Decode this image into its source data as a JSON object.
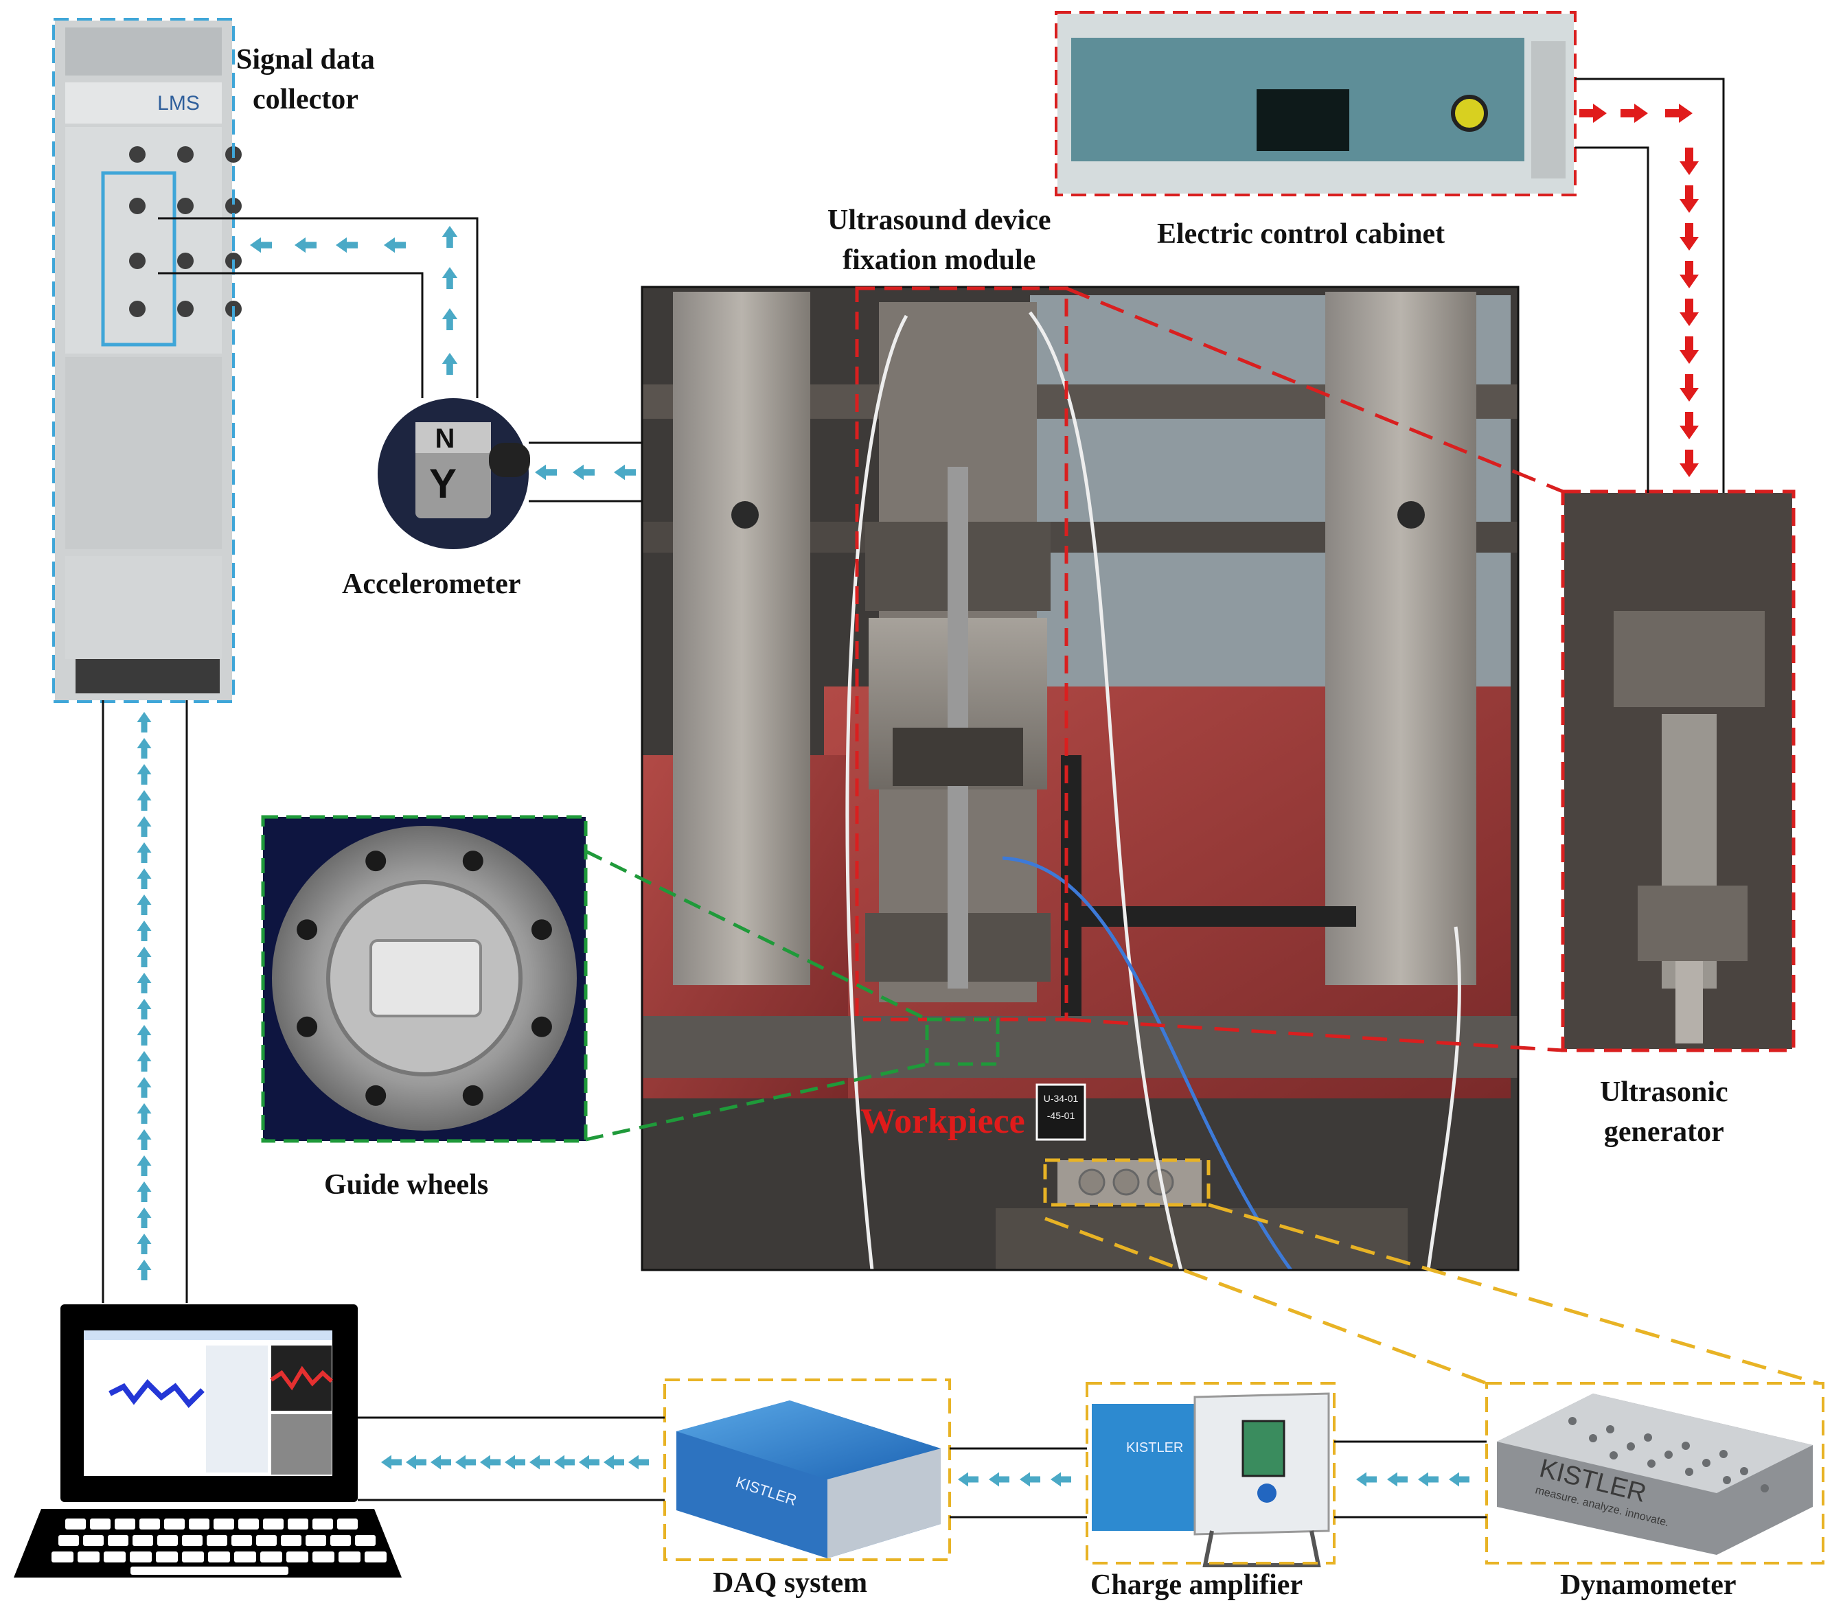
{
  "labels": {
    "signal_collector_line1": "Signal data",
    "signal_collector_line2": "collector",
    "accelerometer": "Accelerometer",
    "ultrasound_fixation_line1": "Ultrasound device",
    "ultrasound_fixation_line2": "fixation module",
    "electric_cabinet": "Electric control cabinet",
    "ultrasonic_generator_line1": "Ultrasonic",
    "ultrasonic_generator_line2": "generator",
    "guide_wheels": "Guide wheels",
    "workpiece": "Workpiece",
    "daq_system": "DAQ system",
    "charge_amplifier": "Charge amplifier",
    "dynamometer": "Dynamometer"
  },
  "device_text": {
    "lms_logo": "LMS",
    "kistler_daq": "KISTLER",
    "kistler_amp": "KISTLER",
    "kistler_dyn": "KISTLER",
    "kistler_slogan": "measure. analyze. innovate.",
    "accel_mark_top": "N",
    "accel_mark_front": "Y",
    "sensor_mark": "N",
    "workpiece_tag_line1": "U-34-01",
    "workpiece_tag_line2": "-45-01"
  },
  "icons": [
    "signal-flow-arrow-icon",
    "laptop-icon",
    "keyboard-icon"
  ],
  "colors": {
    "signal_flow": "#4aa9c6",
    "power_flow": "#e01b1b",
    "collector_frame": "#3fa6d8",
    "machine_frame": "#d91f1f",
    "guide_frame": "#1f9a3a",
    "force_frame": "#e8b325"
  }
}
